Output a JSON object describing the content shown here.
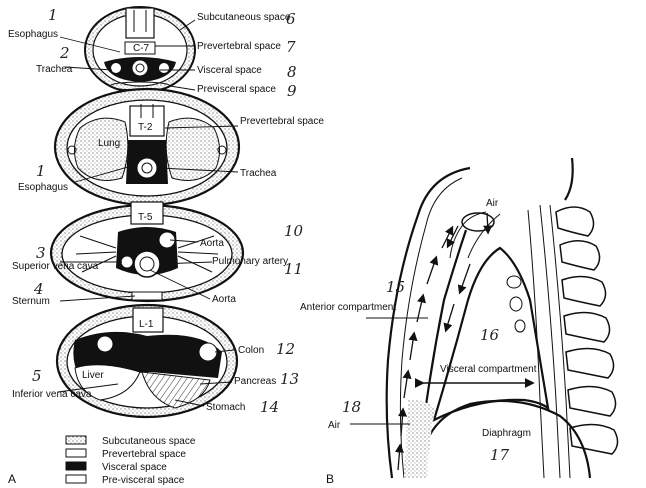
{
  "panel_a": {
    "letter": "A",
    "labels": {
      "subcutaneous": "Subcutaneous space",
      "esophagus_1": "Esophagus",
      "prevertebral_1": "Prevertebral space",
      "trachea_1": "Trachea",
      "visceral_1": "Visceral space",
      "previsceral": "Previsceral space",
      "prevertebral_2": "Prevertebral space",
      "esophagus_2": "Esophagus",
      "trachea_2": "Trachea",
      "lung": "Lung",
      "aorta_1": "Aorta",
      "superior_vena_cava": "Superior vena cava",
      "pulmonary_artery": "Pulmonary artery",
      "sternum": "Sternum",
      "aorta_2": "Aorta",
      "colon": "Colon",
      "liver": "Liver",
      "pancreas": "Pancreas",
      "inferior_vena_cava": "Inferior vena cava",
      "stomach": "Stomach"
    },
    "vertebrae": [
      "C-7",
      "T-2",
      "T-5",
      "L-1"
    ],
    "handwritten_numbers": [
      "1",
      "2",
      "1",
      "3",
      "4",
      "5",
      "6",
      "7",
      "8",
      "9",
      "10",
      "11",
      "12",
      "13",
      "14"
    ],
    "legend": [
      {
        "label": "Subcutaneous space",
        "swatch": "stipple"
      },
      {
        "label": "Prevertebral space",
        "swatch": "white"
      },
      {
        "label": "Visceral space",
        "swatch": "black"
      },
      {
        "label": "Pre-visceral space",
        "swatch": "white"
      }
    ]
  },
  "panel_b": {
    "letter": "B",
    "labels": {
      "air_top": "Air",
      "anterior_compartment": "Anterior compartment",
      "visceral_compartment": "Visceral compartment",
      "air_bottom": "Air",
      "diaphragm": "Diaphragm"
    },
    "handwritten_numbers": [
      "15",
      "16",
      "17",
      "18"
    ]
  },
  "colors": {
    "ink": "#111111",
    "paper": "#ffffff",
    "stipple": "#888888"
  }
}
